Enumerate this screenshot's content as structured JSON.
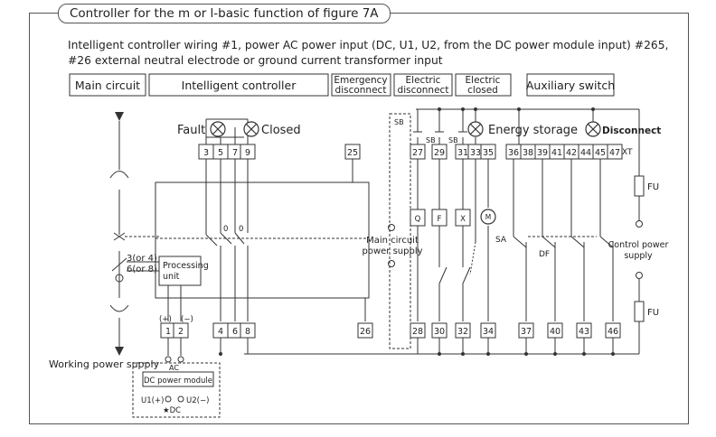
{
  "title": "Controller for the m or l-basic function of figure 7A",
  "description": "Intelligent controller wiring #1, power AC power input (DC, U1, U2, from the DC power module input) #265, #26 external neutral electrode or ground current transformer input",
  "headers": {
    "main_circuit": "Main circuit",
    "intelligent_controller": "Intelligent controller",
    "emergency_1": "Emergency",
    "emergency_2": "disconnect",
    "electric_disconnect_1": "Electric",
    "electric_disconnect_2": "disconnect",
    "electric_closed_1": "Electric",
    "electric_closed_2": "closed",
    "auxiliary_switch": "Auxiliary switch"
  },
  "labels": {
    "fault": "Fault",
    "closed": "Closed",
    "energy_storage": "Energy storage",
    "disconnect": "Disconnect",
    "xt": "XT",
    "sb": "SB",
    "processing_1": "Processing",
    "processing_2": "unit",
    "poles_1": "3(or 4)",
    "poles_2": "6(or 8)",
    "main_supply_1": "Main circuit",
    "main_supply_2": "power supply",
    "control_supply_1": "Control power",
    "control_supply_2": "supply",
    "fu": "FU",
    "sa": "SA",
    "df": "DF",
    "plus": "(+)",
    "minus": "(−)",
    "zero": "0",
    "working_supply": "Working power supply",
    "ac": "AC",
    "dc_module": "DC power module",
    "u1": "U1(+)",
    "u2": "U2(−)",
    "dc": "★DC"
  },
  "coils": {
    "q": "Q",
    "f": "F",
    "x": "X",
    "m": "M"
  },
  "terminals_top": [
    "3",
    "5",
    "7",
    "9",
    "25",
    "27",
    "29",
    "31",
    "33",
    "35",
    "36",
    "38",
    "39",
    "41",
    "42",
    "44",
    "45",
    "47"
  ],
  "terminals_bottom": [
    "1",
    "2",
    "4",
    "6",
    "8",
    "26",
    "28",
    "30",
    "32",
    "34",
    "37",
    "40",
    "43",
    "46"
  ]
}
